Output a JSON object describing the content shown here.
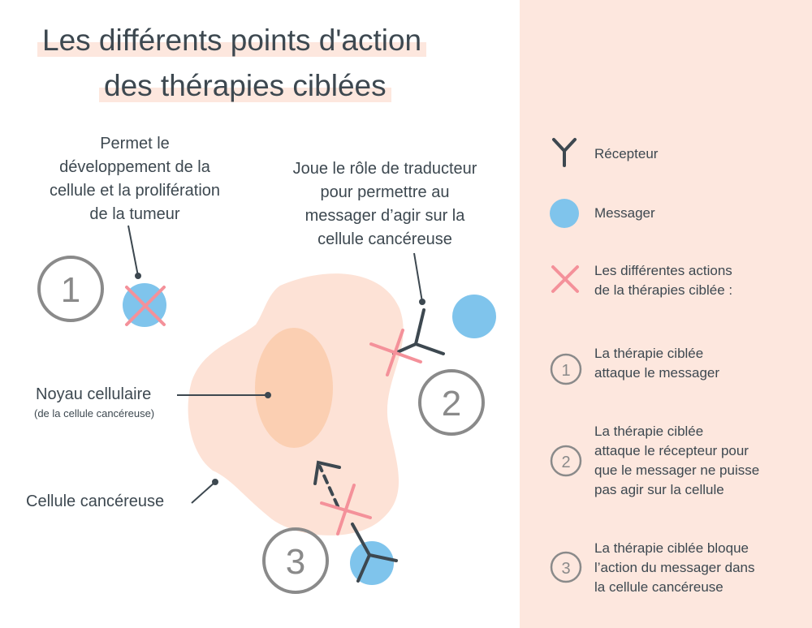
{
  "title": {
    "line1": "Les différents points d'action",
    "line2": "des thérapies ciblées"
  },
  "annotations": {
    "messenger_role": "Permet le\ndéveloppement de la\ncellule et la prolifération\nde la tumeur",
    "receptor_role": "Joue le rôle de traducteur\npour permettre au\nmessager d’agir sur la\ncellule cancéreuse",
    "nucleus_label": "Noyau cellulaire",
    "nucleus_sublabel": "(de la cellule cancéreuse)",
    "cell_label": "Cellule cancéreuse"
  },
  "markers": {
    "one": "1",
    "two": "2",
    "three": "3"
  },
  "legend": {
    "receptor": "Récepteur",
    "messenger": "Messager",
    "actions": "Les différentes actions\nde la thérapies ciblée :",
    "action_1": "La thérapie ciblée\nattaque le messager",
    "action_2": "La thérapie ciblée\nattaque le récepteur pour\nque le messager ne puisse\npas agir sur la cellule",
    "action_3": "La thérapie ciblée bloque\nl’action du messager dans\nla cellule cancéreuse"
  },
  "colors": {
    "text": "#3d4850",
    "messenger": "#7fc4ec",
    "cross": "#f4919a",
    "cell": "#fde2d6",
    "nucleus": "#fbcfb2",
    "legend_bg": "#fde7de",
    "marker_gray": "#8a8a8a"
  },
  "icons": [
    "receptor-icon",
    "messenger-icon",
    "cross-icon"
  ]
}
